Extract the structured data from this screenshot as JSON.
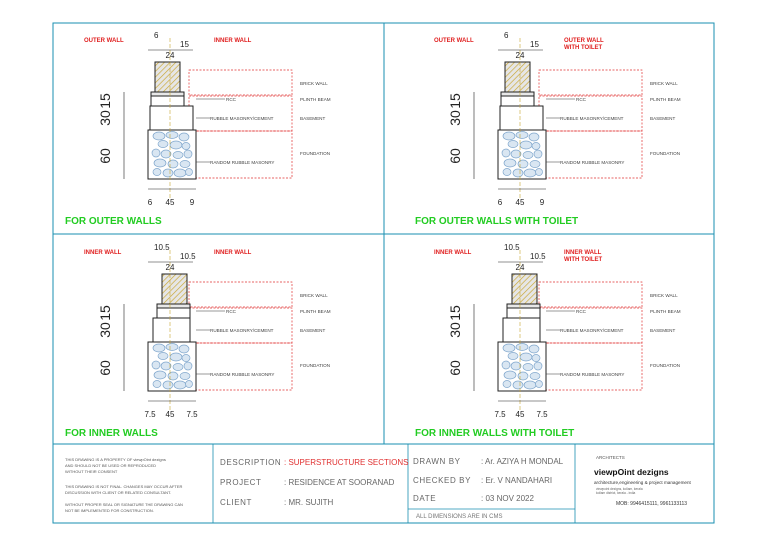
{
  "panels": [
    {
      "id": "outer",
      "left_label": "OUTER WALL",
      "right_label": [
        "INNER WALL"
      ],
      "top_dims": [
        "6",
        "24",
        "15"
      ],
      "bottom_dims": [
        "6",
        "45",
        "9"
      ],
      "layer_dims": [
        "15",
        "30",
        "60"
      ],
      "notes": [
        "BRICK WALL",
        "RCC",
        "PLINTH BEAM",
        "RUBBLE MASONRY/CEMENT",
        "BASEMENT",
        "FOUNDATION",
        "RANDOM RUBBLE MASONRY"
      ],
      "title": "FOR OUTER WALLS"
    },
    {
      "id": "outer-toilet",
      "left_label": "OUTER WALL",
      "right_label": [
        "OUTER WALL",
        "WITH TOILET"
      ],
      "top_dims": [
        "6",
        "24",
        "15"
      ],
      "bottom_dims": [
        "6",
        "45",
        "9"
      ],
      "layer_dims": [
        "15",
        "30",
        "60"
      ],
      "notes": [
        "BRICK WALL",
        "RCC",
        "PLINTH BEAM",
        "RUBBLE MASONRY/CEMENT",
        "BASEMENT",
        "FOUNDATION",
        "RANDOM RUBBLE MASONRY"
      ],
      "title": "FOR OUTER WALLS WITH TOILET"
    },
    {
      "id": "inner",
      "left_label": "INNER WALL",
      "right_label": [
        "INNER WALL"
      ],
      "top_dims": [
        "10.5",
        "24",
        "10.5"
      ],
      "bottom_dims": [
        "7.5",
        "45",
        "7.5"
      ],
      "layer_dims": [
        "15",
        "30",
        "60"
      ],
      "notes": [
        "BRICK WALL",
        "RCC",
        "PLINTH BEAM",
        "RUBBLE MASONRY/CEMENT",
        "BASEMENT",
        "FOUNDATION",
        "RANDOM RUBBLE MASONRY"
      ],
      "title": "FOR INNER WALLS"
    },
    {
      "id": "inner-toilet",
      "left_label": "INNER WALL",
      "right_label": [
        "INNER WALL",
        "WITH TOILET"
      ],
      "top_dims": [
        "10.5",
        "24",
        "10.5"
      ],
      "bottom_dims": [
        "7.5",
        "45",
        "7.5"
      ],
      "layer_dims": [
        "15",
        "30",
        "60"
      ],
      "notes": [
        "BRICK WALL",
        "RCC",
        "PLINTH BEAM",
        "RUBBLE MASONRY/CEMENT",
        "BASEMENT",
        "FOUNDATION",
        "RANDOM RUBBLE MASONRY"
      ],
      "title": "FOR INNER WALLS WITH TOILET"
    }
  ],
  "title_block": {
    "notes": [
      "THIS DRAWING IS A PROPERTY OF viewpOint dezigns",
      "AND SHOULD NOT BE USED OR REPRODUCED",
      "WITHOUT THEIR CONSENT",
      "THIS DRAWING IS NOT FINAL. CHANGES MAY OCCUR AFTER",
      "DISCUSSION WITH CLIENT OR RELATED CONSULTANT.",
      "WITHOUT PROPER SEAL OR SIGNATURE THE DRAWING CAN",
      "NOT BE IMPLEMENTED FOR CONSTRUCTION."
    ],
    "description_label": "DESCRIPTION",
    "description_value": ": SUPERSTRUCTURE SECTIONS",
    "project_label": "PROJECT",
    "project_value": ": RESIDENCE AT SOORANAD",
    "client_label": "CLIENT",
    "client_value": ": MR. SUJITH",
    "drawn_by_label": "DRAWN BY",
    "drawn_by_value": ": Ar. AZIYA H MONDAL",
    "checked_by_label": "CHECKED BY",
    "checked_by_value": ": Er. V NANDAHARI",
    "date_label": "DATE",
    "date_value": ": 03 NOV 2022",
    "units_note": "ALL DIMENSIONS ARE IN CMS",
    "architects_label": "ARCHITECTS",
    "firm_name": "viewpOint dezigns",
    "firm_tagline": "architecture,engineering & project management",
    "firm_address": [
      "viewpoint dezigns, kollam, kerala",
      "kollam district, kerala - india"
    ],
    "firm_mobile": "MOB: 9946415111, 9961133113"
  },
  "colors": {
    "border": "#1a8fb0",
    "hatch": "#c9a52e",
    "rcc": "#e8e8e8",
    "stone": "#7fa6cc",
    "stone_fill": "#d9e6f2",
    "dash": "#e03030",
    "title": "#22cc22"
  }
}
